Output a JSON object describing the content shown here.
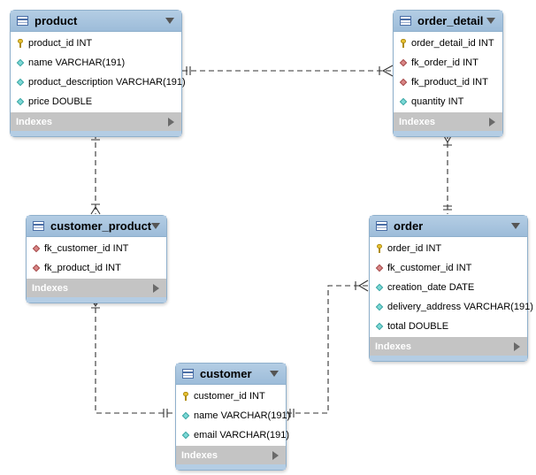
{
  "tables": {
    "product": {
      "name": "product",
      "columns": [
        {
          "label": "product_id INT",
          "kind": "pk"
        },
        {
          "label": "name VARCHAR(191)",
          "kind": "plain"
        },
        {
          "label": "product_description VARCHAR(191)",
          "kind": "plain"
        },
        {
          "label": "price DOUBLE",
          "kind": "plain"
        }
      ],
      "indexes_label": "Indexes"
    },
    "order_detail": {
      "name": "order_detail",
      "columns": [
        {
          "label": "order_detail_id INT",
          "kind": "pk"
        },
        {
          "label": "fk_order_id INT",
          "kind": "fk"
        },
        {
          "label": "fk_product_id INT",
          "kind": "fk"
        },
        {
          "label": "quantity INT",
          "kind": "plain"
        }
      ],
      "indexes_label": "Indexes"
    },
    "customer_product": {
      "name": "customer_product",
      "columns": [
        {
          "label": "fk_customer_id INT",
          "kind": "fk"
        },
        {
          "label": "fk_product_id INT",
          "kind": "fk"
        }
      ],
      "indexes_label": "Indexes"
    },
    "order": {
      "name": "order",
      "columns": [
        {
          "label": "order_id INT",
          "kind": "pk"
        },
        {
          "label": "fk_customer_id INT",
          "kind": "fk"
        },
        {
          "label": "creation_date DATE",
          "kind": "plain"
        },
        {
          "label": "delivery_address VARCHAR(191)",
          "kind": "plain"
        },
        {
          "label": "total DOUBLE",
          "kind": "plain"
        }
      ],
      "indexes_label": "Indexes"
    },
    "customer": {
      "name": "customer",
      "columns": [
        {
          "label": "customer_id INT",
          "kind": "pk"
        },
        {
          "label": "name VARCHAR(191)",
          "kind": "plain"
        },
        {
          "label": "email VARCHAR(191)",
          "kind": "plain"
        }
      ],
      "indexes_label": "Indexes"
    }
  },
  "relationships": [
    {
      "from": "product",
      "to": "order_detail",
      "from_end": "one",
      "to_end": "many"
    },
    {
      "from": "order",
      "to": "order_detail",
      "from_end": "one",
      "to_end": "many"
    },
    {
      "from": "product",
      "to": "customer_product",
      "from_end": "one",
      "to_end": "many"
    },
    {
      "from": "customer",
      "to": "customer_product",
      "from_end": "one",
      "to_end": "many"
    },
    {
      "from": "customer",
      "to": "order",
      "from_end": "one",
      "to_end": "many"
    }
  ],
  "colors": {
    "header": "#9dbcd9",
    "indexes_bar": "#c4c4c4",
    "primary_key": "#e8c232",
    "foreign_key": "#d88686",
    "plain_column": "#7dd8d6",
    "edge": "#333333"
  },
  "icons": {
    "table": "table-icon",
    "collapse": "chevron-down-icon",
    "expand": "chevron-right-icon",
    "primary_key": "key-icon",
    "foreign_key": "fk-diamond-icon",
    "plain_column": "column-diamond-icon"
  }
}
